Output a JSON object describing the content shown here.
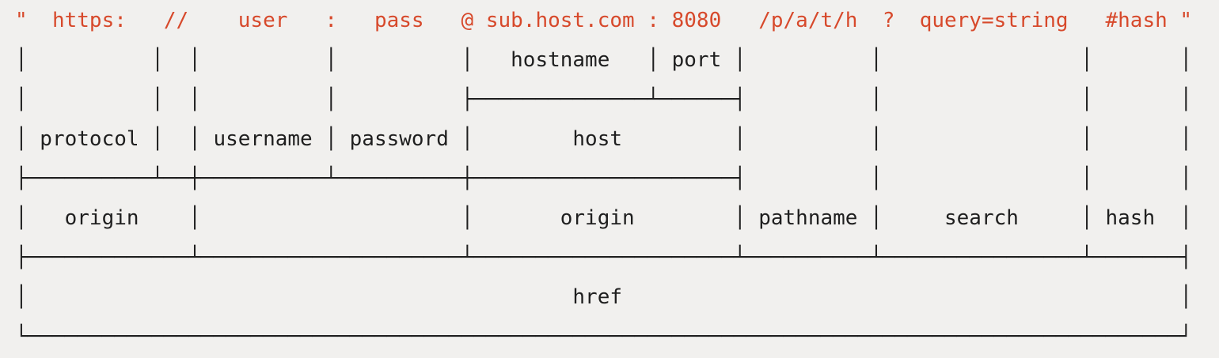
{
  "colors": {
    "background": "#f1f0ee",
    "url_text": "#d7492b",
    "diagram_lines": "#1f1f1f"
  },
  "diagram": {
    "url_line": "\"  https:   //    user   :   pass   @ sub.host.com : 8080   /p/a/t/h  ?  query=string   #hash \"",
    "rows": [
      "│          │  │          │          │   hostname   │ port │          │                │       │",
      "│          │  │          │          ├──────────────┴──────┤          │                │       │",
      "│ protocol │  │ username │ password │        host         │          │                │       │",
      "├──────────┴──┼──────────┴──────────┼─────────────────────┤          │                │       │",
      "│   origin    │                     │       origin        │ pathname │     search     │ hash  │",
      "├─────────────┴─────────────────────┴─────────────────────┴──────────┴────────────────┴───────┤",
      "│                                            href                                             │",
      "└─────────────────────────────────────────────────────────────────────────────────────────────┘"
    ],
    "url_tokens": [
      "\"",
      "https:",
      "//",
      "user",
      ":",
      "pass",
      "@",
      "sub.host.com",
      ":",
      "8080",
      "/p/a/t/h",
      "?",
      "query=string",
      "#hash",
      "\""
    ],
    "labels": [
      "hostname",
      "port",
      "host",
      "protocol",
      "username",
      "password",
      "origin",
      "origin",
      "pathname",
      "search",
      "hash",
      "href"
    ]
  }
}
